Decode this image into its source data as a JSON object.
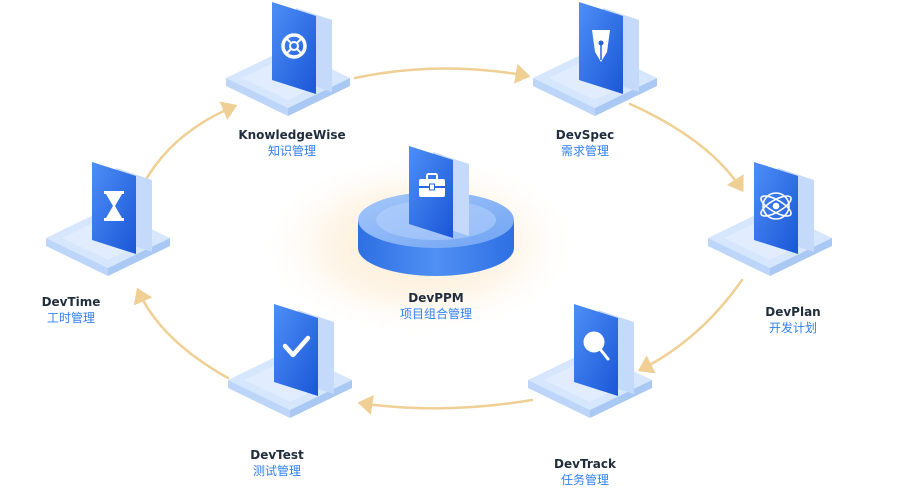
{
  "center": {
    "name": "DevPPM",
    "subtitle": "项目组合管理",
    "icon": "briefcase-icon"
  },
  "nodes": [
    {
      "id": "knowledgewise",
      "name": "KnowledgeWise",
      "subtitle": "知识管理",
      "icon": "lifebuoy-icon"
    },
    {
      "id": "devspec",
      "name": "DevSpec",
      "subtitle": "需求管理",
      "icon": "pen-nib-icon"
    },
    {
      "id": "devplan",
      "name": "DevPlan",
      "subtitle": "开发计划",
      "icon": "orbit-icon"
    },
    {
      "id": "devtrack",
      "name": "DevTrack",
      "subtitle": "任务管理",
      "icon": "magnifier-icon"
    },
    {
      "id": "devtest",
      "name": "DevTest",
      "subtitle": "测试管理",
      "icon": "checkmark-icon"
    },
    {
      "id": "devtime",
      "name": "DevTime",
      "subtitle": "工时管理",
      "icon": "hourglass-icon"
    }
  ],
  "colors": {
    "accent": "#2f7ff5",
    "card_dark": "#1f63e0",
    "card_light": "#a9c8f7",
    "platform_top": "#d6e6fd",
    "platform_side": "#b5d0f6",
    "disc_top": "#8fb8f6",
    "disc_side": "#3f82ee",
    "arrow": "#efcf94",
    "glow": "#fde8c8",
    "title_text": "#1f2d3d"
  }
}
